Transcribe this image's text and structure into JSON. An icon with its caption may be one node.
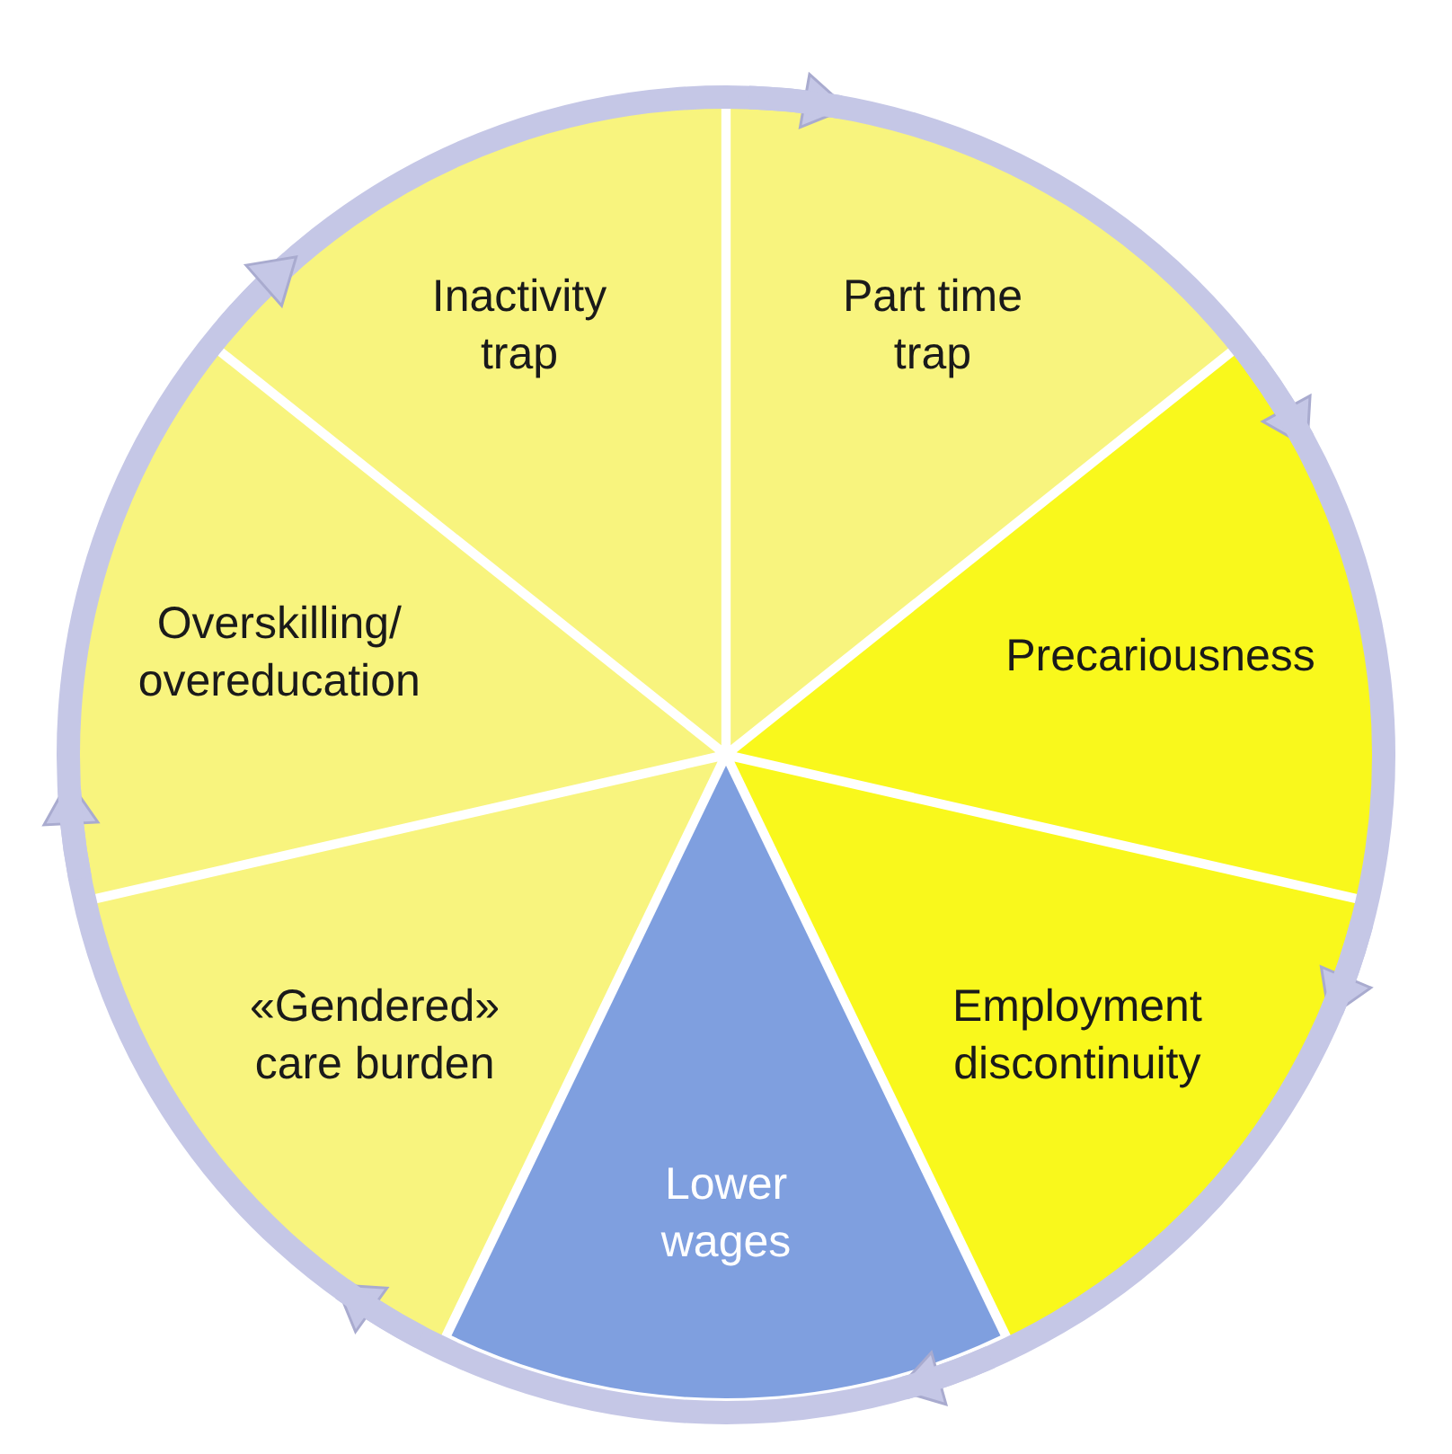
{
  "diagram": {
    "nodes": [
      {
        "text": [
          "Inactivity trap"
        ]
      },
      {
        "text": [
          "Part time trap"
        ]
      },
      {
        "text": [
          "Precariousness"
        ]
      },
      {
        "text": [
          "Employment discontinuity"
        ]
      },
      {
        "text": [
          "Lower wages"
        ]
      },
      {
        "text": [
          "«Gendered» care burden"
        ]
      },
      {
        "text": [
          "Overskilling/ overeducation"
        ]
      }
    ],
    "edges": [
      {
        "from": 0,
        "to": 1,
        "arrow": "to"
      },
      {
        "from": 1,
        "to": 2,
        "arrow": "to"
      },
      {
        "from": 2,
        "to": 3,
        "arrow": "to"
      },
      {
        "from": 3,
        "to": 4,
        "arrow": "to"
      },
      {
        "from": 4,
        "to": 5,
        "arrow": "to"
      },
      {
        "from": 5,
        "to": 6,
        "arrow": "to"
      },
      {
        "from": 6,
        "to": 0,
        "arrow": "to"
      }
    ]
  }
}
